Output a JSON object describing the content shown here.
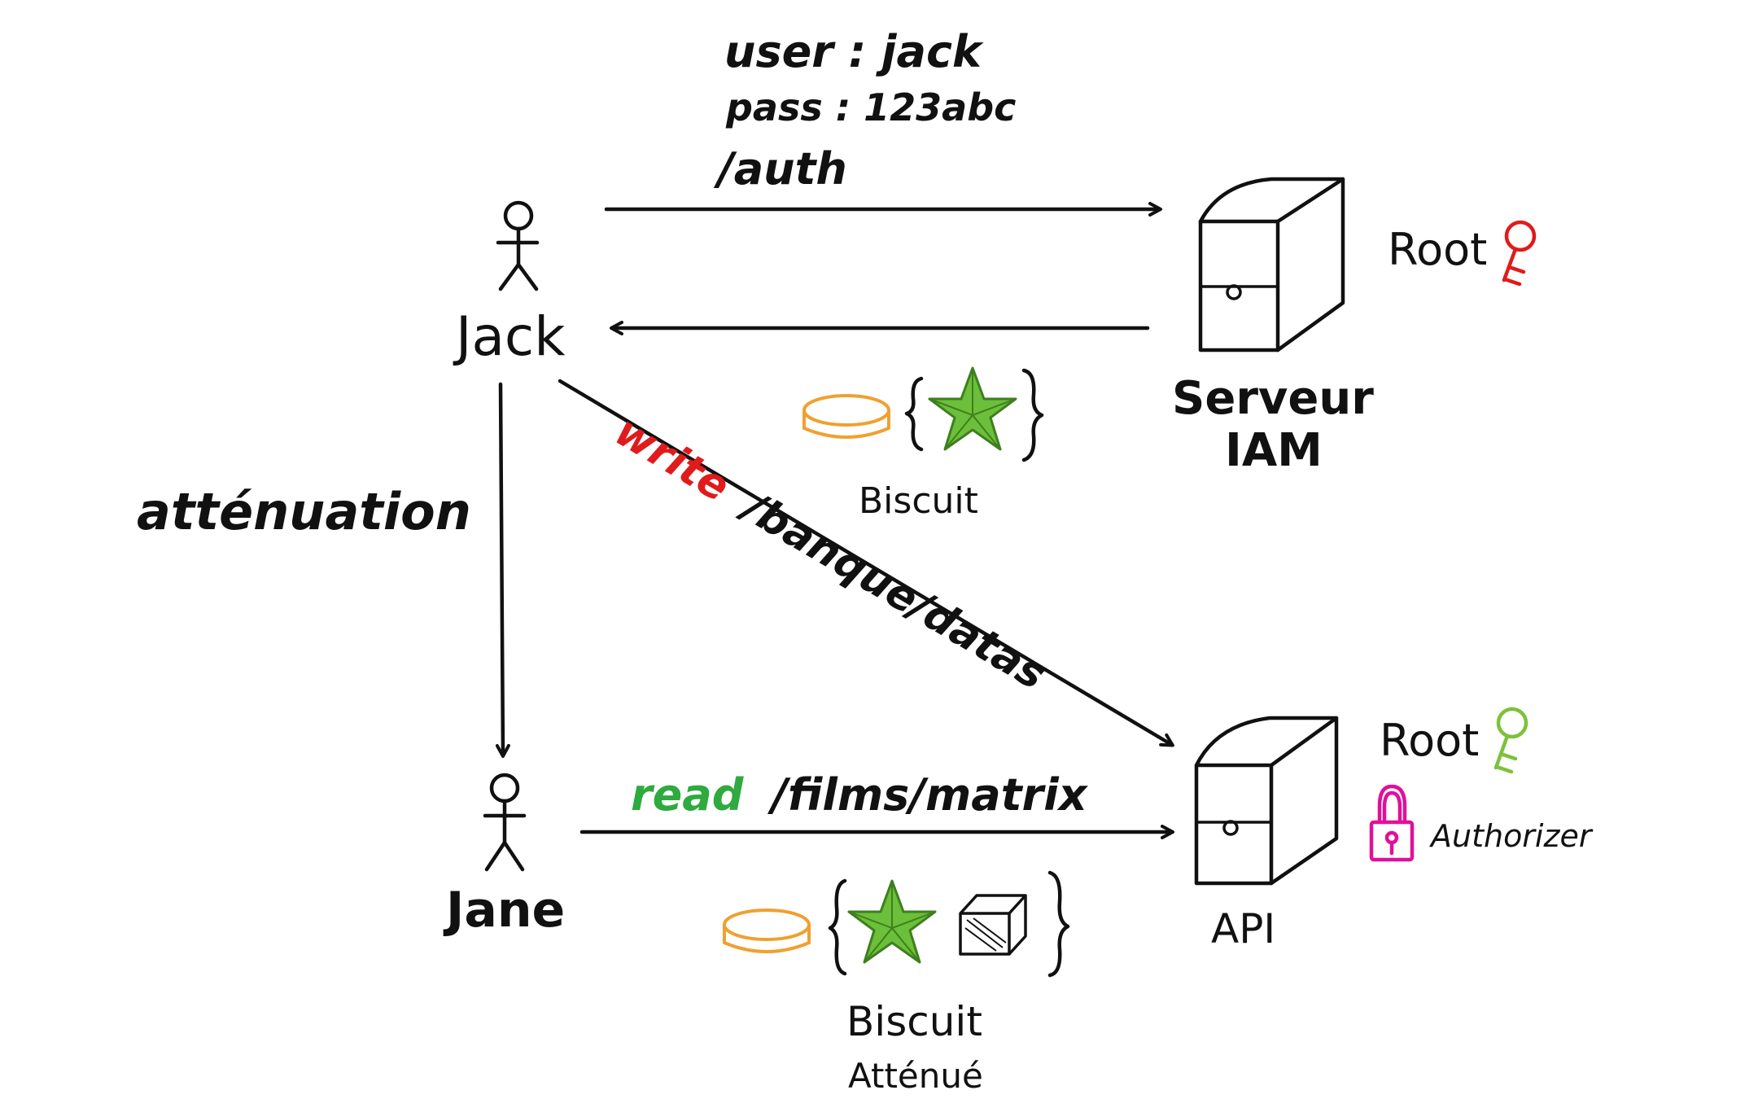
{
  "actors": {
    "jack": "Jack",
    "jane": "Jane"
  },
  "servers": {
    "iam_line1": "Serveur",
    "iam_line2": "IAM",
    "api": "API"
  },
  "auth_request": {
    "user": "user : jack",
    "pass": "pass : 123abc",
    "endpoint": "/auth"
  },
  "keys": {
    "iam_root": "Root",
    "api_root": "Root"
  },
  "authorizer": "Authorizer",
  "attenuation": "atténuation",
  "jack_request": {
    "right": "write",
    "path": "/banque/datas"
  },
  "jane_request": {
    "right": "read",
    "path": "/films/matrix"
  },
  "biscuit": "Biscuit",
  "attenuated_biscuit": {
    "line1": "Biscuit",
    "line2": "Atténué"
  },
  "colors": {
    "ink": "#111111",
    "write": "#e01b1b",
    "read": "#2eaa3e",
    "iam_key": "#e01b1b",
    "api_key": "#7cc23a",
    "lock": "#e0109a",
    "biscuit": "#f0a030",
    "star": "#6cbf3a"
  },
  "icons": [
    "stick-figure-icon",
    "server-icon",
    "key-icon",
    "padlock-icon",
    "biscuit-disc-icon",
    "star-icon",
    "cube-icon"
  ]
}
